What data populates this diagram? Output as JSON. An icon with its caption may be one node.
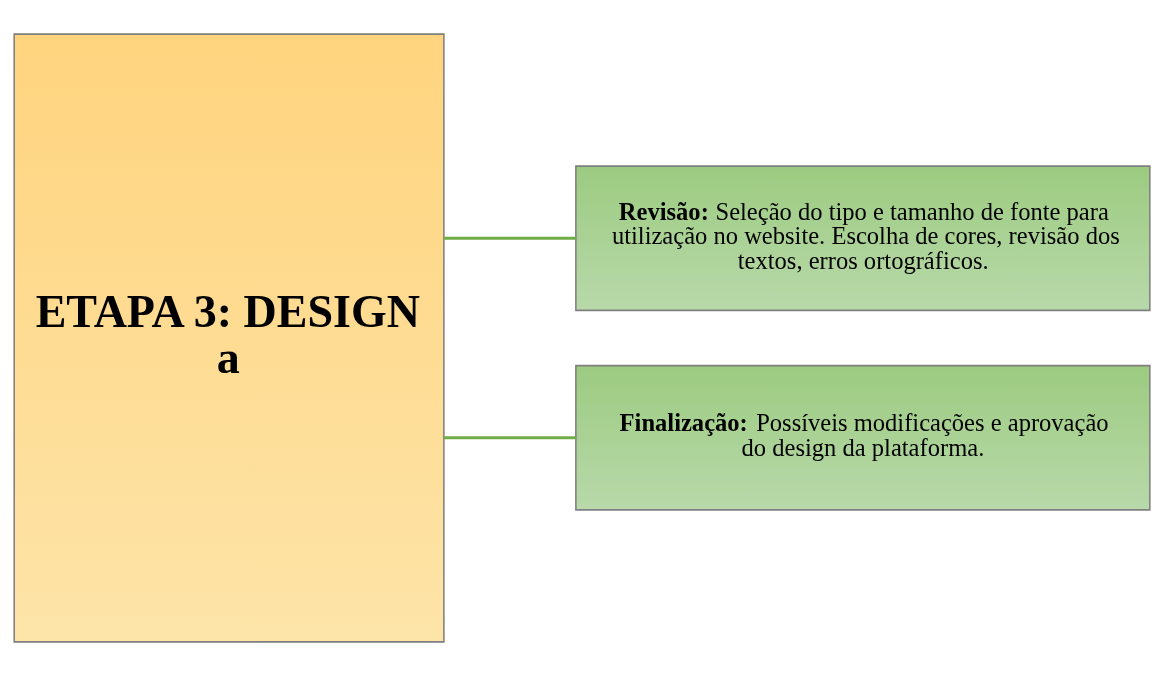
{
  "diagram": {
    "nodes": [
      {
        "text": [
          "ETAPA 3: DESIGN",
          "a"
        ]
      },
      {
        "text": [
          "**Revisão:** Seleção do tipo e tamanho de fonte para utilização no website. Escolha de cores, revisão dos textos, erros ortográficos."
        ]
      },
      {
        "text": [
          "**Finalização:** Possíveis modificações e aprovação do design da plataforma."
        ]
      }
    ],
    "edges": [
      {
        "from": 0,
        "to": 1,
        "arrow": "none"
      },
      {
        "from": 0,
        "to": 2,
        "arrow": "none"
      }
    ]
  }
}
